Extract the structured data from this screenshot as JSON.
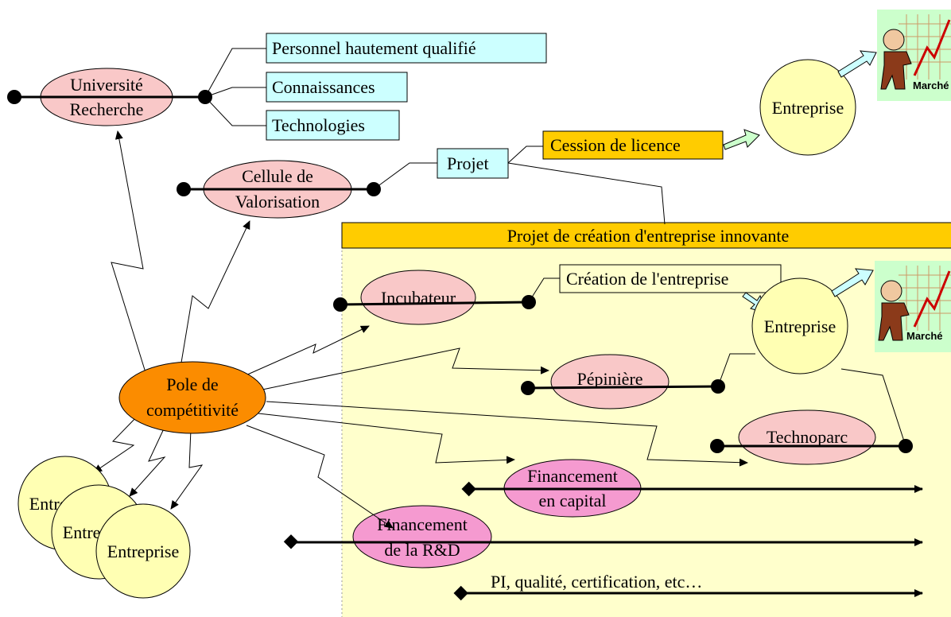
{
  "colors": {
    "pink_node": "#f9c8c8",
    "magenta_node": "#f59ad0",
    "orange_node": "#fb8c00",
    "yellow_node": "#ffffb3",
    "cyan_box": "#ccffff",
    "gold_box": "#ffcc00",
    "pale_zone": "#ffffcc",
    "cream_box": "#ffffcc"
  },
  "nodes": {
    "universite": [
      "Université",
      "Recherche"
    ],
    "cellule": [
      "Cellule de",
      "Valorisation"
    ],
    "pole": [
      "Pole de",
      "compétitivité"
    ],
    "incubateur": "Incubateur",
    "pepiniere": "Pépinière",
    "technoparc": "Technoparc",
    "financement_capital": [
      "Financement",
      "en capital"
    ],
    "financement_rd": [
      "Financement",
      "de la R&D"
    ],
    "entreprise_top": "Entreprise",
    "entreprise_mid": "Entreprise",
    "entreprise_bl1": "Entreprise",
    "entreprise_bl2": "Entreprise",
    "entreprise_bl3": "Entreprise"
  },
  "boxes": {
    "personnel": "Personnel hautement qualifié",
    "connaissances": "Connaissances",
    "technologies": "Technologies",
    "projet": "Projet",
    "cession": "Cession de licence",
    "creation": "Création de l'entreprise"
  },
  "zone": {
    "title": "Projet de création d'entreprise innovante"
  },
  "pi_label": "PI, qualité, certification, etc…",
  "marche_top": "Marché",
  "marche_mid": "Marché"
}
